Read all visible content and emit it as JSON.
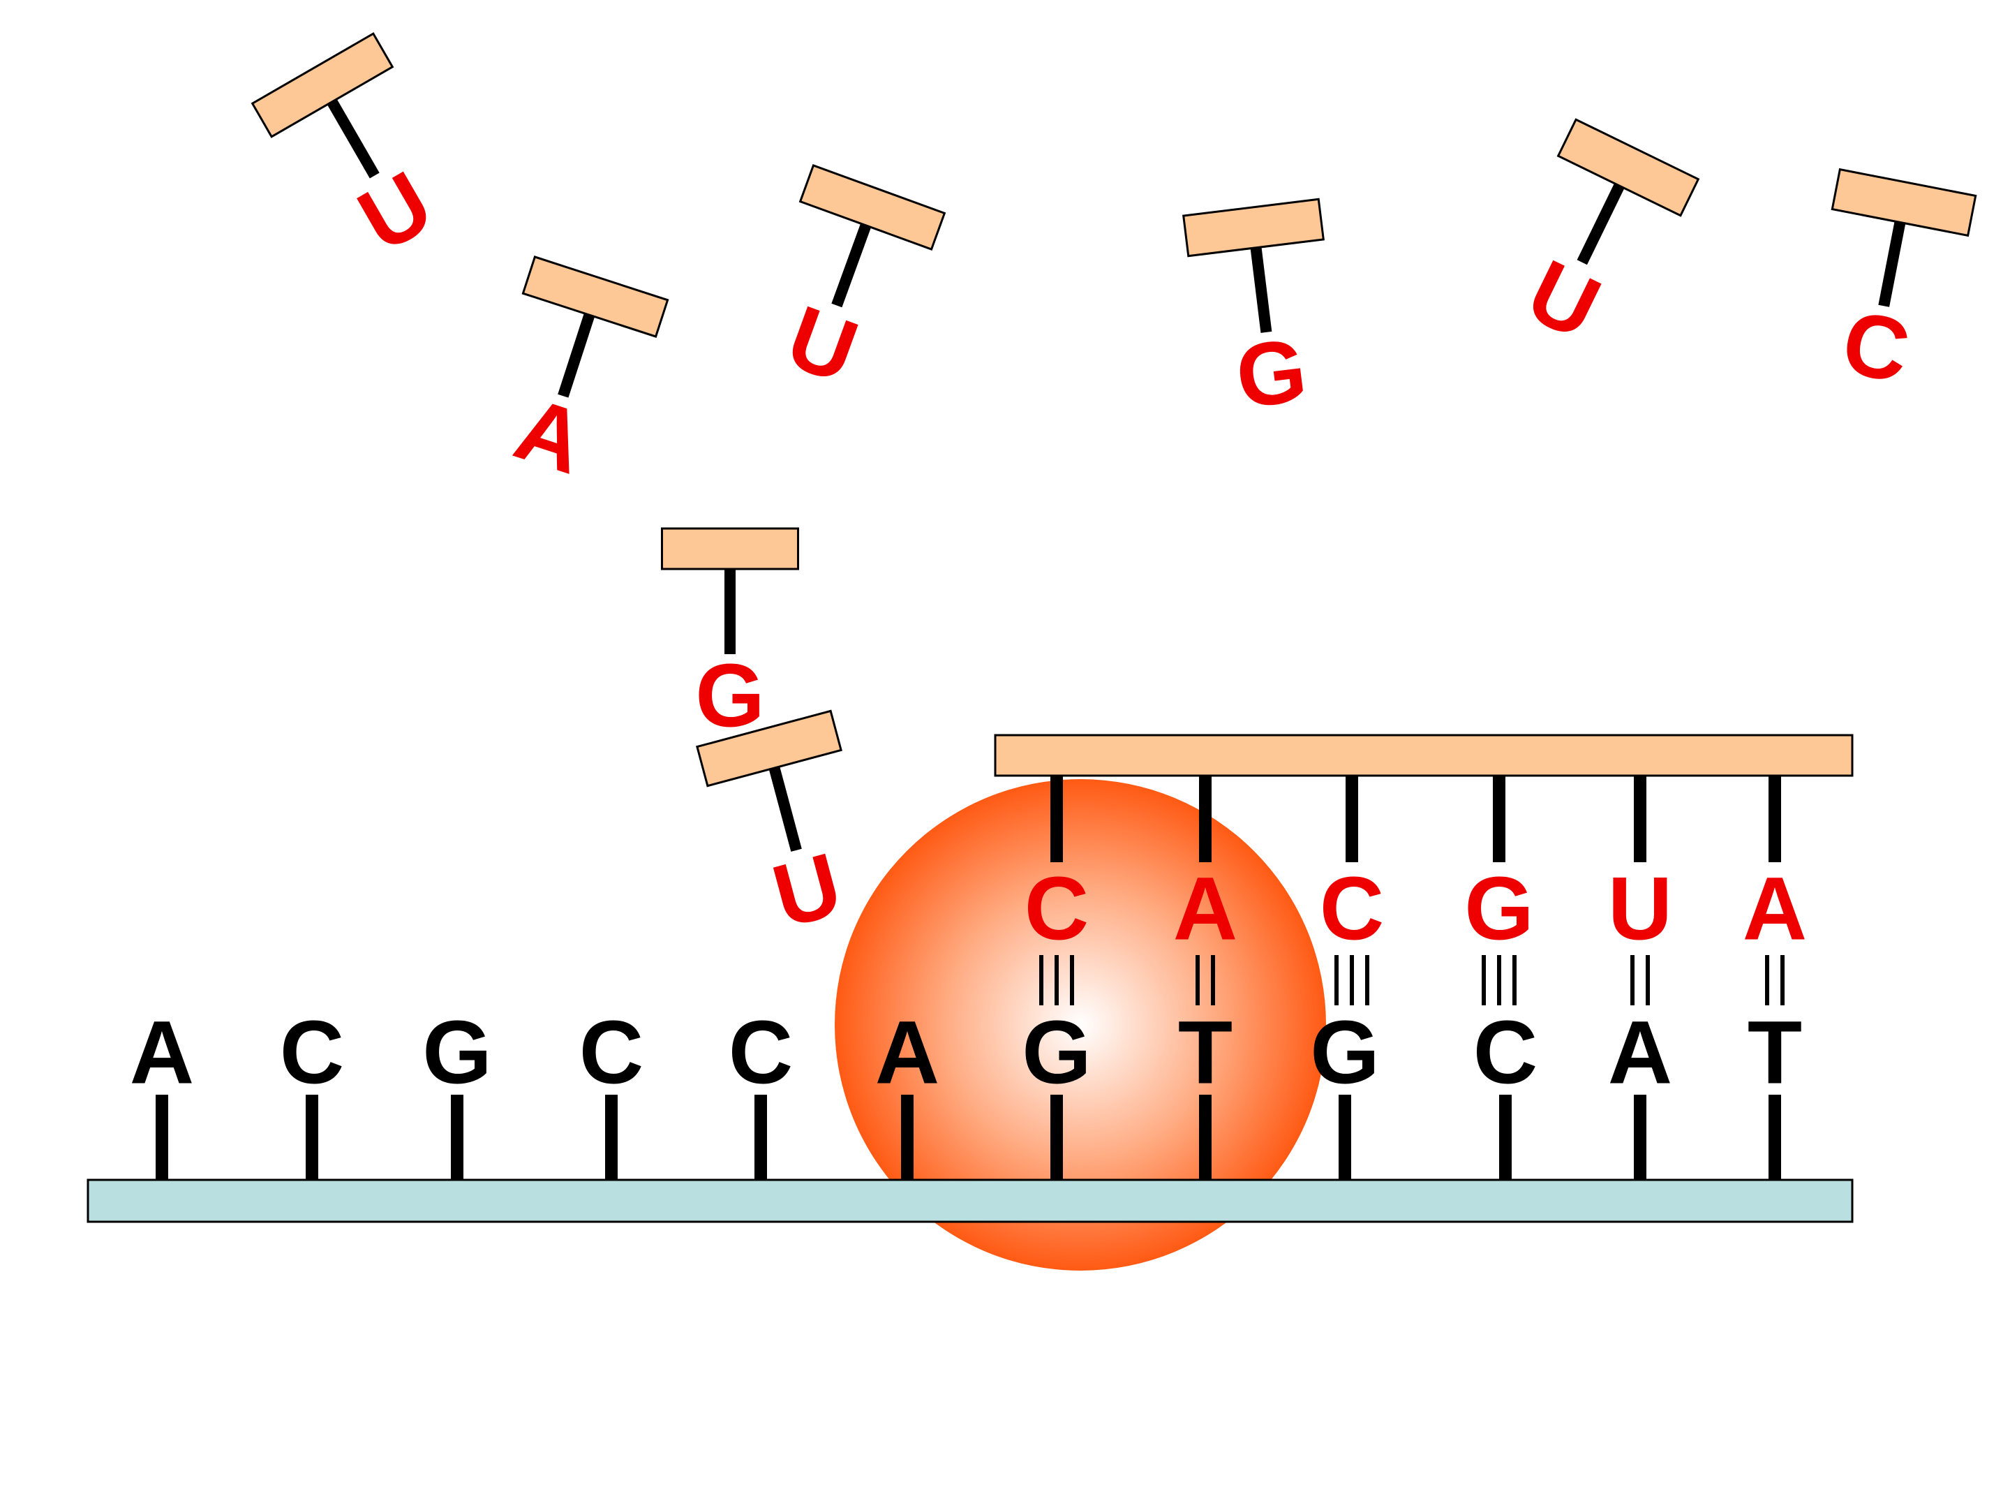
{
  "colors": {
    "template_base": "#000000",
    "rna_base": "#ee0000",
    "backbone_rna": "#fec896",
    "backbone_dna": "#b9dfe0",
    "enzyme_core": "#ffffff",
    "enzyme_edge": "#ff5a14"
  },
  "dna_template": {
    "bases": [
      "A",
      "C",
      "G",
      "C",
      "C",
      "A",
      "G",
      "T",
      "G",
      "C",
      "A",
      "T"
    ]
  },
  "rna_transcript": {
    "bases": [
      "C",
      "A",
      "C",
      "G",
      "U",
      "A"
    ],
    "pairing_bond_counts": [
      3,
      2,
      3,
      3,
      2,
      2
    ]
  },
  "free_nucleotides": {
    "bases": [
      "U",
      "A",
      "U",
      "G",
      "U",
      "C",
      "G",
      "U"
    ]
  }
}
